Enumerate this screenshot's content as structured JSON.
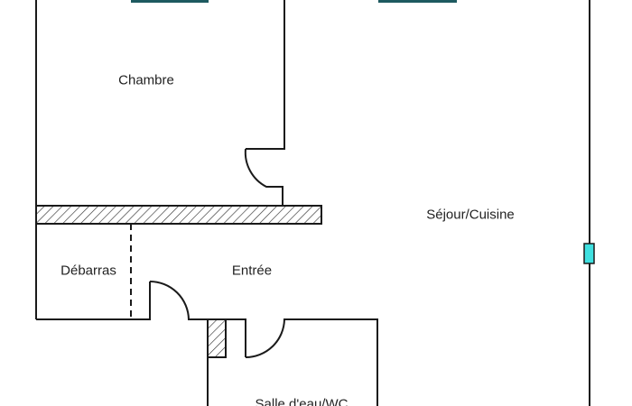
{
  "rooms": {
    "chambre": "Chambre",
    "sejour": "Séjour/Cuisine",
    "debarras": "Débarras",
    "entree": "Entrée",
    "salle": "Salle d'eau/WC"
  },
  "colors": {
    "wall": "#1a1a1a",
    "window_top": "#1e5a60",
    "window_side": "#3fe0e0"
  }
}
